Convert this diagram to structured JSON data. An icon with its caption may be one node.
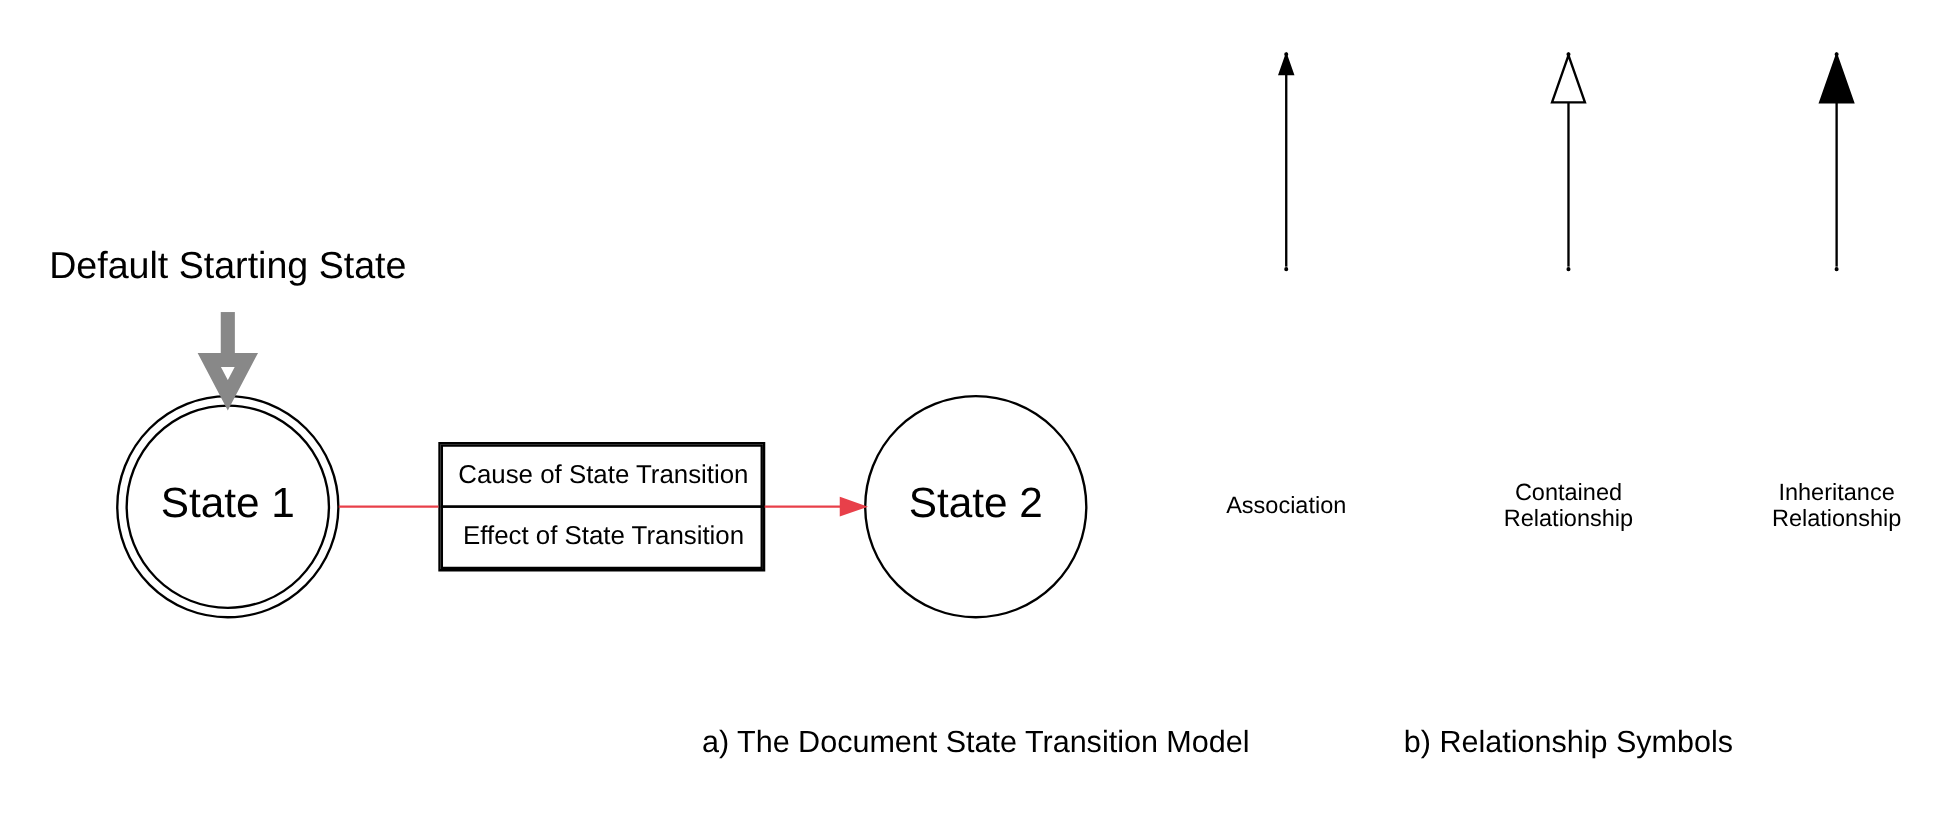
{
  "diagram": {
    "nodes": [
      {
        "text": [
          "Default Starting State"
        ]
      },
      {
        "text": [
          "Cause of State Transition",
          "Effect of State Transition"
        ]
      },
      {
        "text": [
          "State 2"
        ]
      },
      {
        "text": [
          "State 1"
        ]
      }
    ],
    "edges": [
      {
        "from": 0,
        "to": 3,
        "arrow": "to",
        "style": "thick",
        "color": "#888888"
      },
      {
        "from": 3,
        "to": 1,
        "arrow": "none",
        "color": "#e8404a"
      },
      {
        "from": 1,
        "to": 2,
        "arrow": "to",
        "color": "#e8404a"
      }
    ],
    "labels": [
      "a) The Document State Transition Model",
      "b) Relationship Symbols"
    ],
    "legend": [
      {
        "text": "Association"
      },
      {
        "text": "Contained Relationship"
      },
      {
        "text": "Inheritance Relationship"
      }
    ]
  }
}
